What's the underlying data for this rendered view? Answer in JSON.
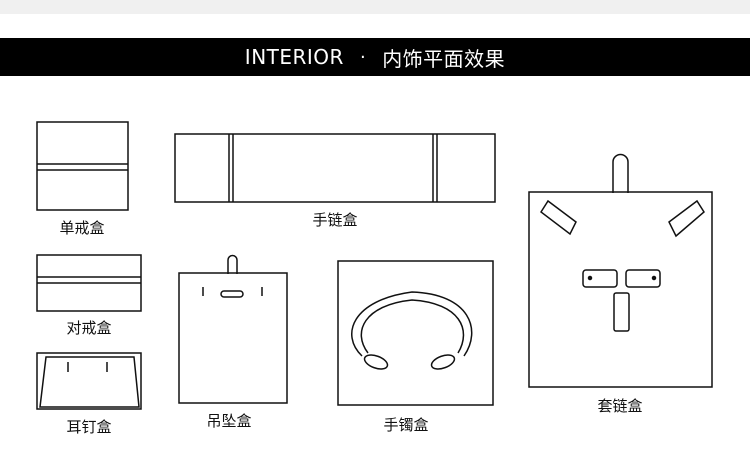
{
  "header": {
    "title_en": "INTERIOR",
    "separator": "·",
    "title_cn": "内饰平面效果"
  },
  "colors": {
    "banner_bg": "#000000",
    "banner_text": "#ffffff",
    "stroke": "#111111",
    "top_strip": "#f0f0f0"
  },
  "labels": {
    "single_ring_box": "单戒盒",
    "couple_ring_box": "对戒盒",
    "earring_box": "耳钉盒",
    "bracelet_box": "手链盒",
    "pendant_box": "吊坠盒",
    "bangle_box": "手镯盒",
    "set_chain_box": "套链盒"
  }
}
